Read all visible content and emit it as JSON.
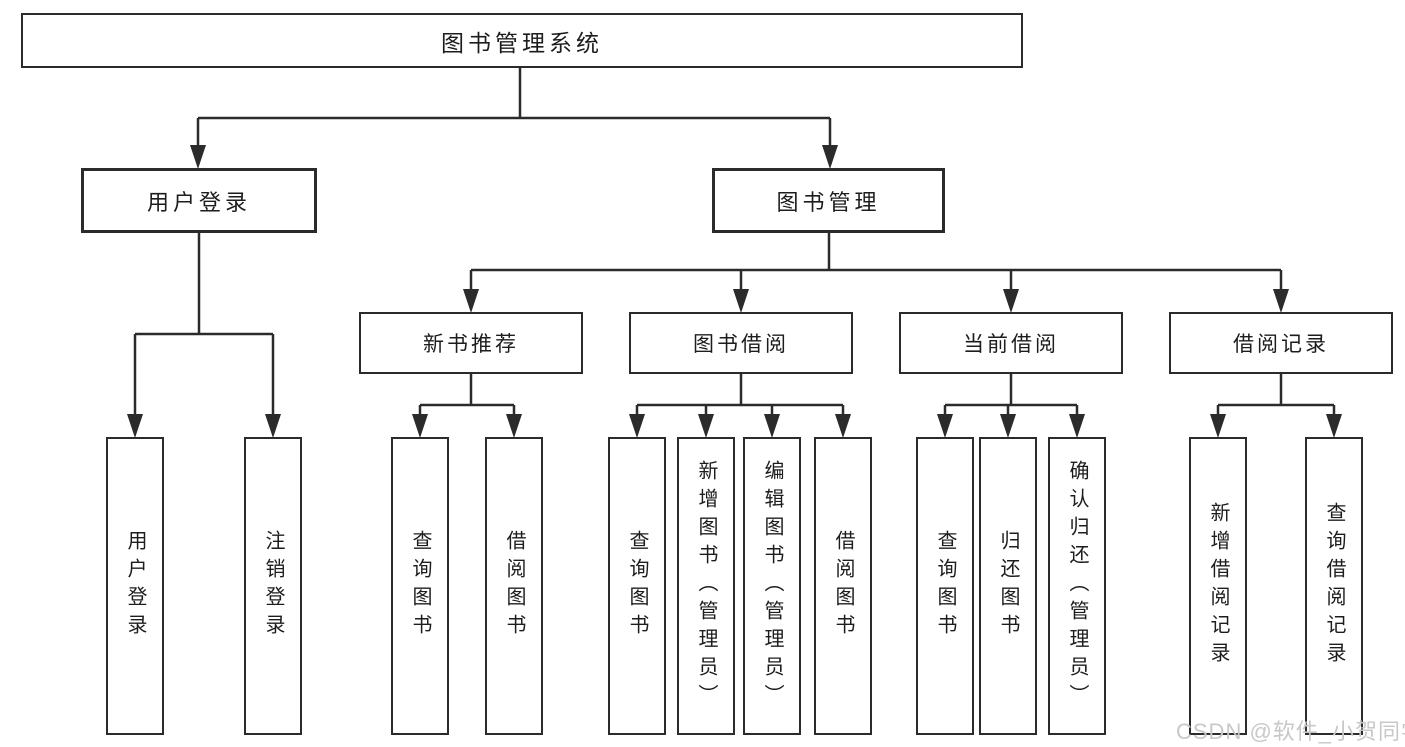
{
  "diagram": {
    "title": "图书管理系统",
    "root": {
      "label": "图书管理系统"
    },
    "level2": [
      {
        "label": "用户登录"
      },
      {
        "label": "图书管理"
      }
    ],
    "level3": [
      {
        "label": "新书推荐"
      },
      {
        "label": "图书借阅"
      },
      {
        "label": "当前借阅"
      },
      {
        "label": "借阅记录"
      }
    ],
    "leaves": {
      "user_login": [
        {
          "label": "用户登录"
        },
        {
          "label": "注销登录"
        }
      ],
      "new_book_recommend": [
        {
          "label": "查询图书"
        },
        {
          "label": "借阅图书"
        }
      ],
      "book_borrow": [
        {
          "label": "查询图书"
        },
        {
          "label": "新增图书（管理员）"
        },
        {
          "label": "编辑图书（管理员）"
        },
        {
          "label": "借阅图书"
        }
      ],
      "current_borrow": [
        {
          "label": "查询图书"
        },
        {
          "label": "归还图书"
        },
        {
          "label": "确认归还（管理员）"
        }
      ],
      "borrow_records": [
        {
          "label": "新增借阅记录"
        },
        {
          "label": "查询借阅记录"
        }
      ]
    }
  },
  "watermark": {
    "text": "CSDN @软件_小贺同学"
  },
  "colors": {
    "line": "#2b2b2b",
    "text": "#1d1d1d",
    "background": "#ffffff",
    "watermark": "#c8c8c8"
  }
}
